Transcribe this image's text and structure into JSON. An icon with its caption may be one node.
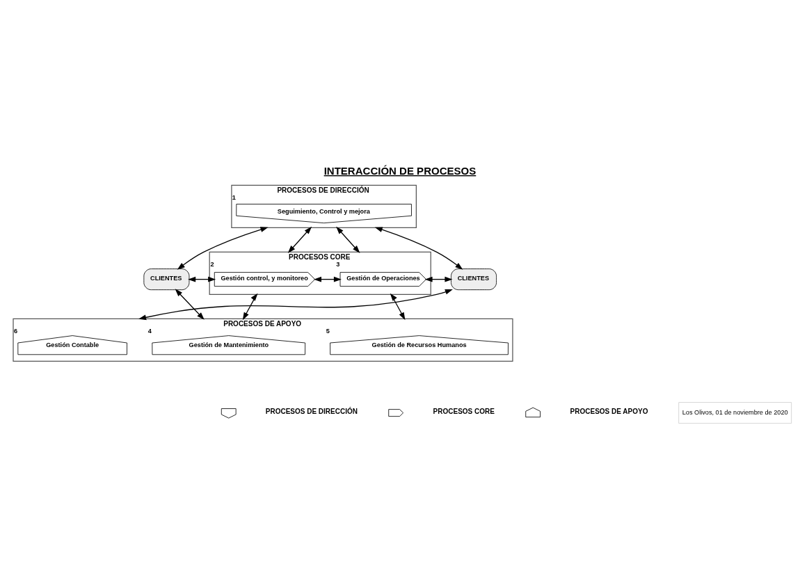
{
  "diagram": {
    "title": "INTERACCIÓN DE PROCESOS",
    "nodes": [
      {
        "text": [
          "PROCESOS DE DIRECCIÓN"
        ]
      },
      {
        "text": [
          "Seguimiento, Control y mejora"
        ],
        "in": 0,
        "beside": [
          "1"
        ]
      },
      {
        "text": [
          "PROCESOS CORE"
        ]
      },
      {
        "text": [
          "Gestión control, y monitoreo"
        ],
        "in": 2,
        "beside": [
          "2"
        ]
      },
      {
        "text": [
          "Gestión de Operaciones"
        ],
        "in": 2,
        "beside": [
          "3"
        ]
      },
      {
        "text": [
          "PROCESOS DE APOYO"
        ]
      },
      {
        "text": [
          "Gestión de Mantenimiento"
        ],
        "in": 5,
        "beside": [
          "4"
        ]
      },
      {
        "text": [
          "Gestión de Recursos Humanos"
        ],
        "in": 5,
        "beside": [
          "5"
        ]
      },
      {
        "text": [
          "Gestión Contable"
        ],
        "in": 5,
        "beside": [
          "6"
        ]
      },
      {
        "text": [
          "CLIENTES"
        ]
      },
      {
        "text": [
          "CLIENTES"
        ]
      }
    ],
    "edges": [
      {
        "from": 9,
        "to": 0,
        "arrow": "both"
      },
      {
        "from": 10,
        "to": 0,
        "arrow": "both"
      },
      {
        "from": 0,
        "to": 2,
        "arrow": "both"
      },
      {
        "from": 0,
        "to": 2,
        "arrow": "both"
      },
      {
        "from": 9,
        "to": 3,
        "arrow": "both"
      },
      {
        "from": 3,
        "to": 4,
        "arrow": "both"
      },
      {
        "from": 4,
        "to": 10,
        "arrow": "both"
      },
      {
        "from": 2,
        "to": 5,
        "arrow": "both"
      },
      {
        "from": 2,
        "to": 5,
        "arrow": "both"
      },
      {
        "from": 9,
        "to": 5,
        "arrow": "both"
      },
      {
        "from": 10,
        "to": 5,
        "arrow": "both"
      }
    ],
    "labels": [
      "Los Olivos, 01 de noviembre de 2020"
    ],
    "legend": [
      {
        "text": "PROCESOS DE DIRECCIÓN"
      },
      {
        "text": "PROCESOS CORE"
      },
      {
        "text": "PROCESOS DE APOYO"
      }
    ]
  }
}
